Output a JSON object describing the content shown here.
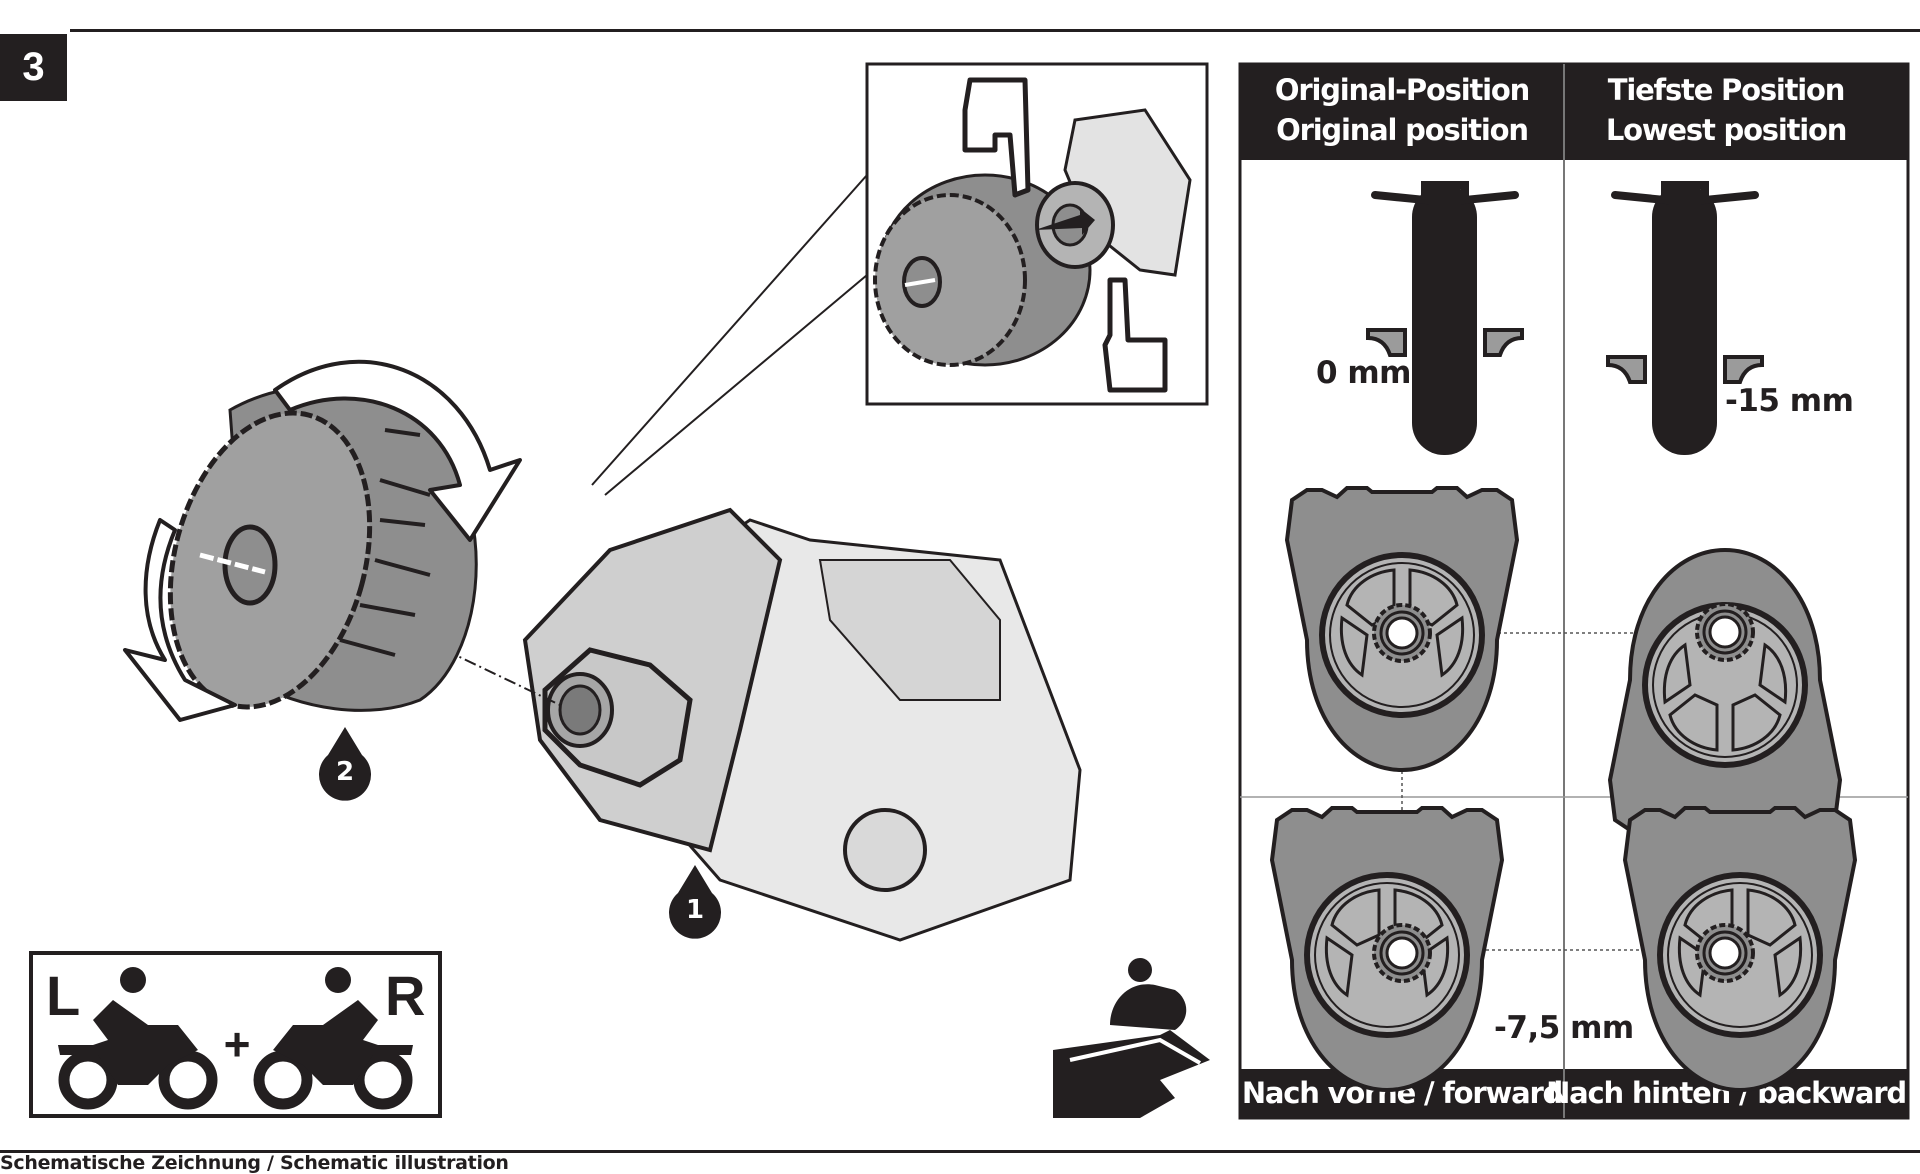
{
  "step": {
    "number": "3"
  },
  "caption": "Schematische Zeichnung / Schematic illustration",
  "callouts": {
    "part_1": "1",
    "part_2": "2"
  },
  "side_indicator": {
    "left_label": "L",
    "plus": "+",
    "right_label": "R"
  },
  "table": {
    "headers": [
      {
        "line1": "Original-Position",
        "line2": "Original position"
      },
      {
        "line1": "Tiefste Position",
        "line2": "Lowest position"
      }
    ],
    "measurements": {
      "original": "0 mm",
      "lowest": "-15 mm",
      "intermediate": "-7,5 mm"
    },
    "footers": [
      "Nach vorne / forward",
      "Nach hinten / backward"
    ]
  },
  "colors": {
    "ink": "#231f20",
    "part_grey": "#8e8e8e",
    "part_light": "#b4b4b4",
    "housing_light": "#dcdcdc"
  }
}
